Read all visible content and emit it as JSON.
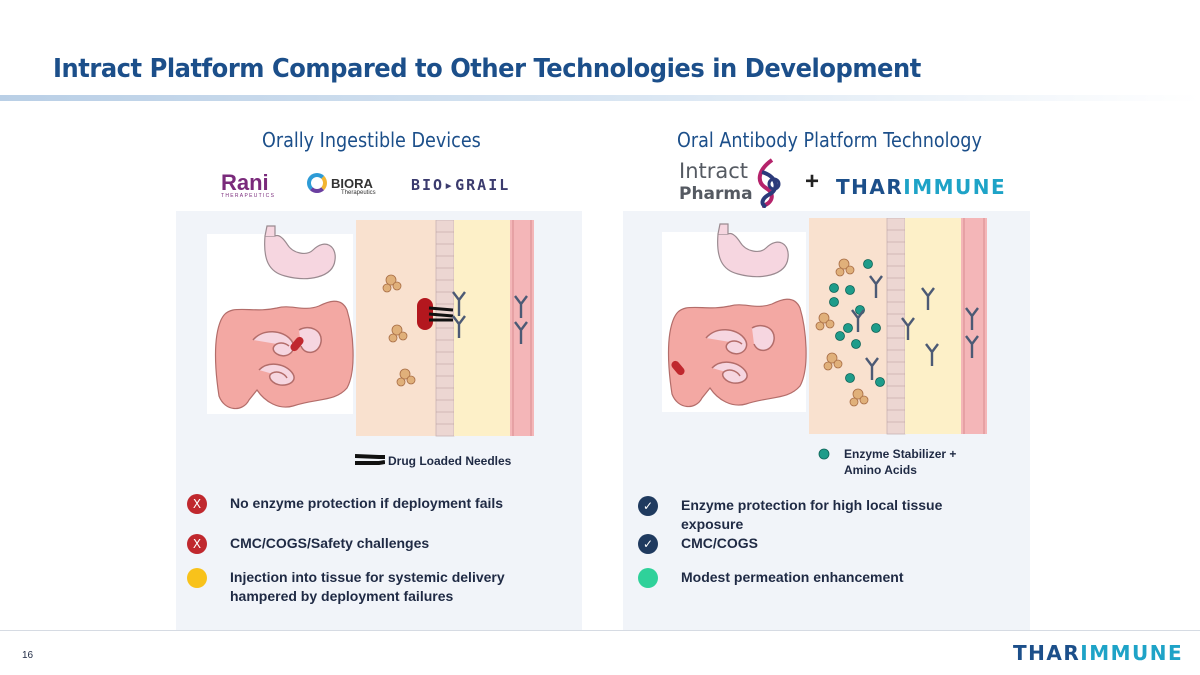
{
  "title": "Intract Platform Compared to Other Technologies in Development",
  "left": {
    "heading": "Orally Ingestible Devices",
    "logos": {
      "rani": "Rani",
      "rani_sub": "THERAPEUTICS",
      "biora": "BIORA",
      "biora_sub": "Therapeutics",
      "biograil": "BIO▸GRAIL"
    },
    "legend": "Drug Loaded Needles",
    "items": [
      {
        "text": "No enzyme protection if deployment fails",
        "status": "x",
        "glyph": "X"
      },
      {
        "text": "CMC/COGS/Safety challenges",
        "status": "x",
        "glyph": "X"
      },
      {
        "text": "Injection into tissue for systemic delivery hampered by deployment failures",
        "status": "yellow",
        "glyph": ""
      }
    ]
  },
  "right": {
    "heading": "Oral Antibody Platform Technology",
    "logos": {
      "intract_line1": "Intract",
      "intract_line2": "Pharma",
      "plus": "+",
      "thar_a": "THAR",
      "thar_b": "IMMUNE"
    },
    "legend": "Enzyme Stabilizer + Amino Acids",
    "items": [
      {
        "text": "Enzyme protection for high local tissue exposure",
        "status": "check",
        "glyph": "✓"
      },
      {
        "text": "CMC/COGS",
        "status": "check",
        "glyph": "✓"
      },
      {
        "text": "Modest permeation enhancement",
        "status": "green",
        "glyph": ""
      }
    ]
  },
  "footer": {
    "page_number": "16",
    "logo_a": "THAR",
    "logo_b": "IMMUNE"
  },
  "colors": {
    "title_blue": "#1c4f8a",
    "accent_teal": "#1ea3c7",
    "x_red": "#c0282e",
    "check_navy": "#1f3a5f",
    "warn_yellow": "#f8c21b",
    "ok_green": "#2fd19a"
  }
}
